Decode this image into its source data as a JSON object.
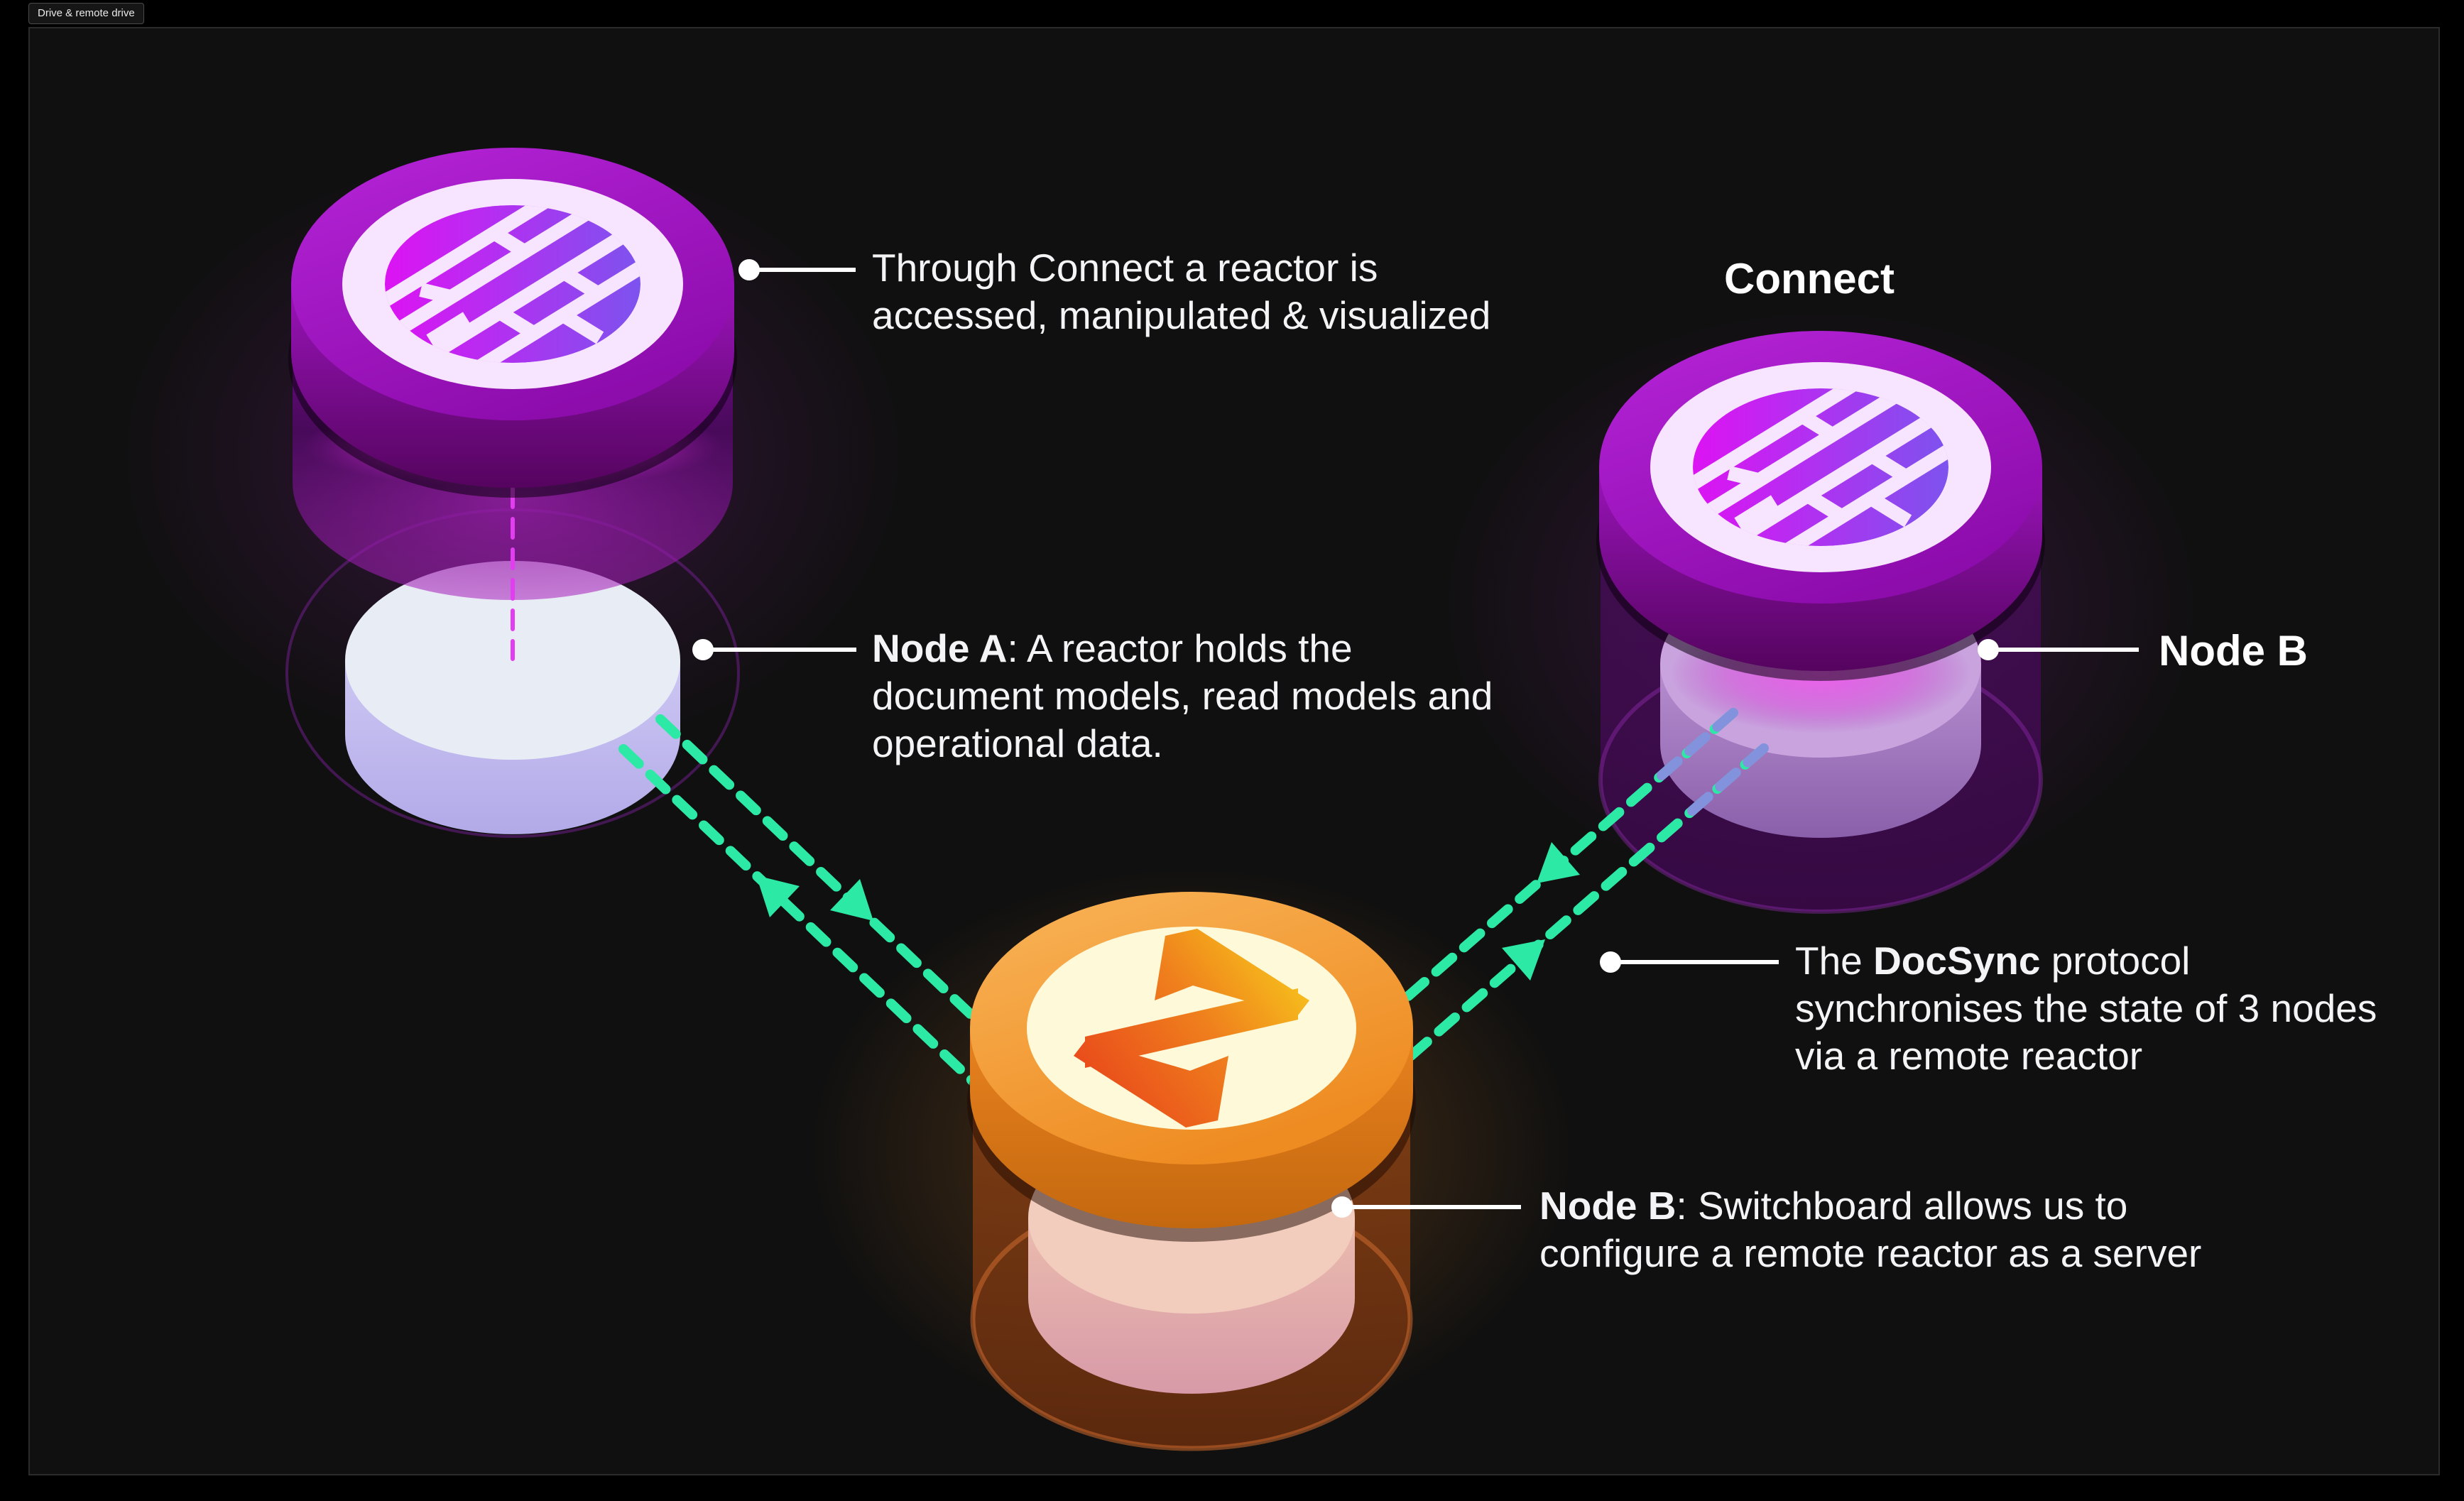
{
  "frame": {
    "tab_label": "Drive & remote drive"
  },
  "titles": {
    "connect": "Connect"
  },
  "annotations": {
    "connect_callout": {
      "lines": [
        {
          "pre": "Through Connect a reactor is"
        },
        {
          "pre": "accessed, manipulated & visualized"
        }
      ]
    },
    "node_a": {
      "lines": [
        {
          "b": "Node A",
          "post": ": A reactor holds the"
        },
        {
          "pre": "document models, read models and"
        },
        {
          "pre": "operational data."
        }
      ]
    },
    "node_b_label": {
      "label": "Node B"
    },
    "docsync": {
      "lines": [
        {
          "pre": "The ",
          "b": "DocSync",
          "post": " protocol"
        },
        {
          "pre": "synchronises the state of 3 nodes"
        },
        {
          "pre": "via a remote reactor"
        }
      ]
    },
    "switchboard": {
      "lines": [
        {
          "b": "Node B",
          "post": ": Switchboard allows us to"
        },
        {
          "pre": "configure a remote reactor as a server"
        }
      ]
    }
  },
  "colors": {
    "accent_green": "#2de9a6",
    "dash_blue": "#8292dd",
    "dash_magenta": "#e23df0",
    "connect_purple": "#9c13bd",
    "switchboard_orange": "#f0962c",
    "reactor_white": "#e8edf5",
    "canvas_bg": "#101010"
  }
}
